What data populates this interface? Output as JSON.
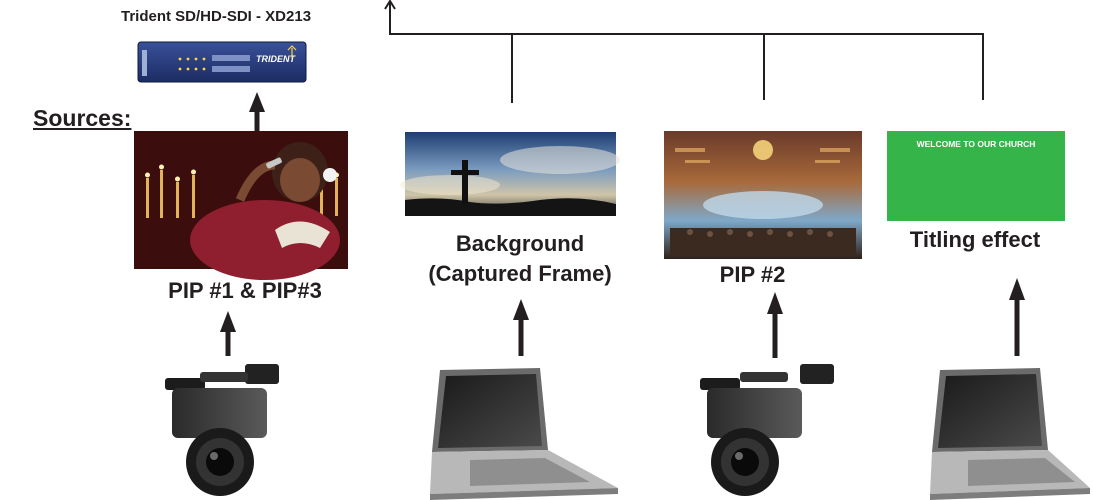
{
  "device": {
    "title": "Trident SD/HD-SDI - XD213",
    "logo_text": "TRIDENT"
  },
  "sources_label": "Sources:",
  "sources": [
    {
      "caption": "PIP #1 & PIP#3",
      "device": "video-camera"
    },
    {
      "caption_line1": "Background",
      "caption_line2": "(Captured Frame)",
      "device": "laptop"
    },
    {
      "caption": "PIP #2",
      "device": "video-camera"
    },
    {
      "caption": "Titling effect",
      "device": "laptop",
      "title_slide_text": "WELCOME TO OUR CHURCH"
    }
  ],
  "colors": {
    "title_slide": "#35b44a",
    "arrows": "#231f20",
    "device_body": "#26397a"
  }
}
